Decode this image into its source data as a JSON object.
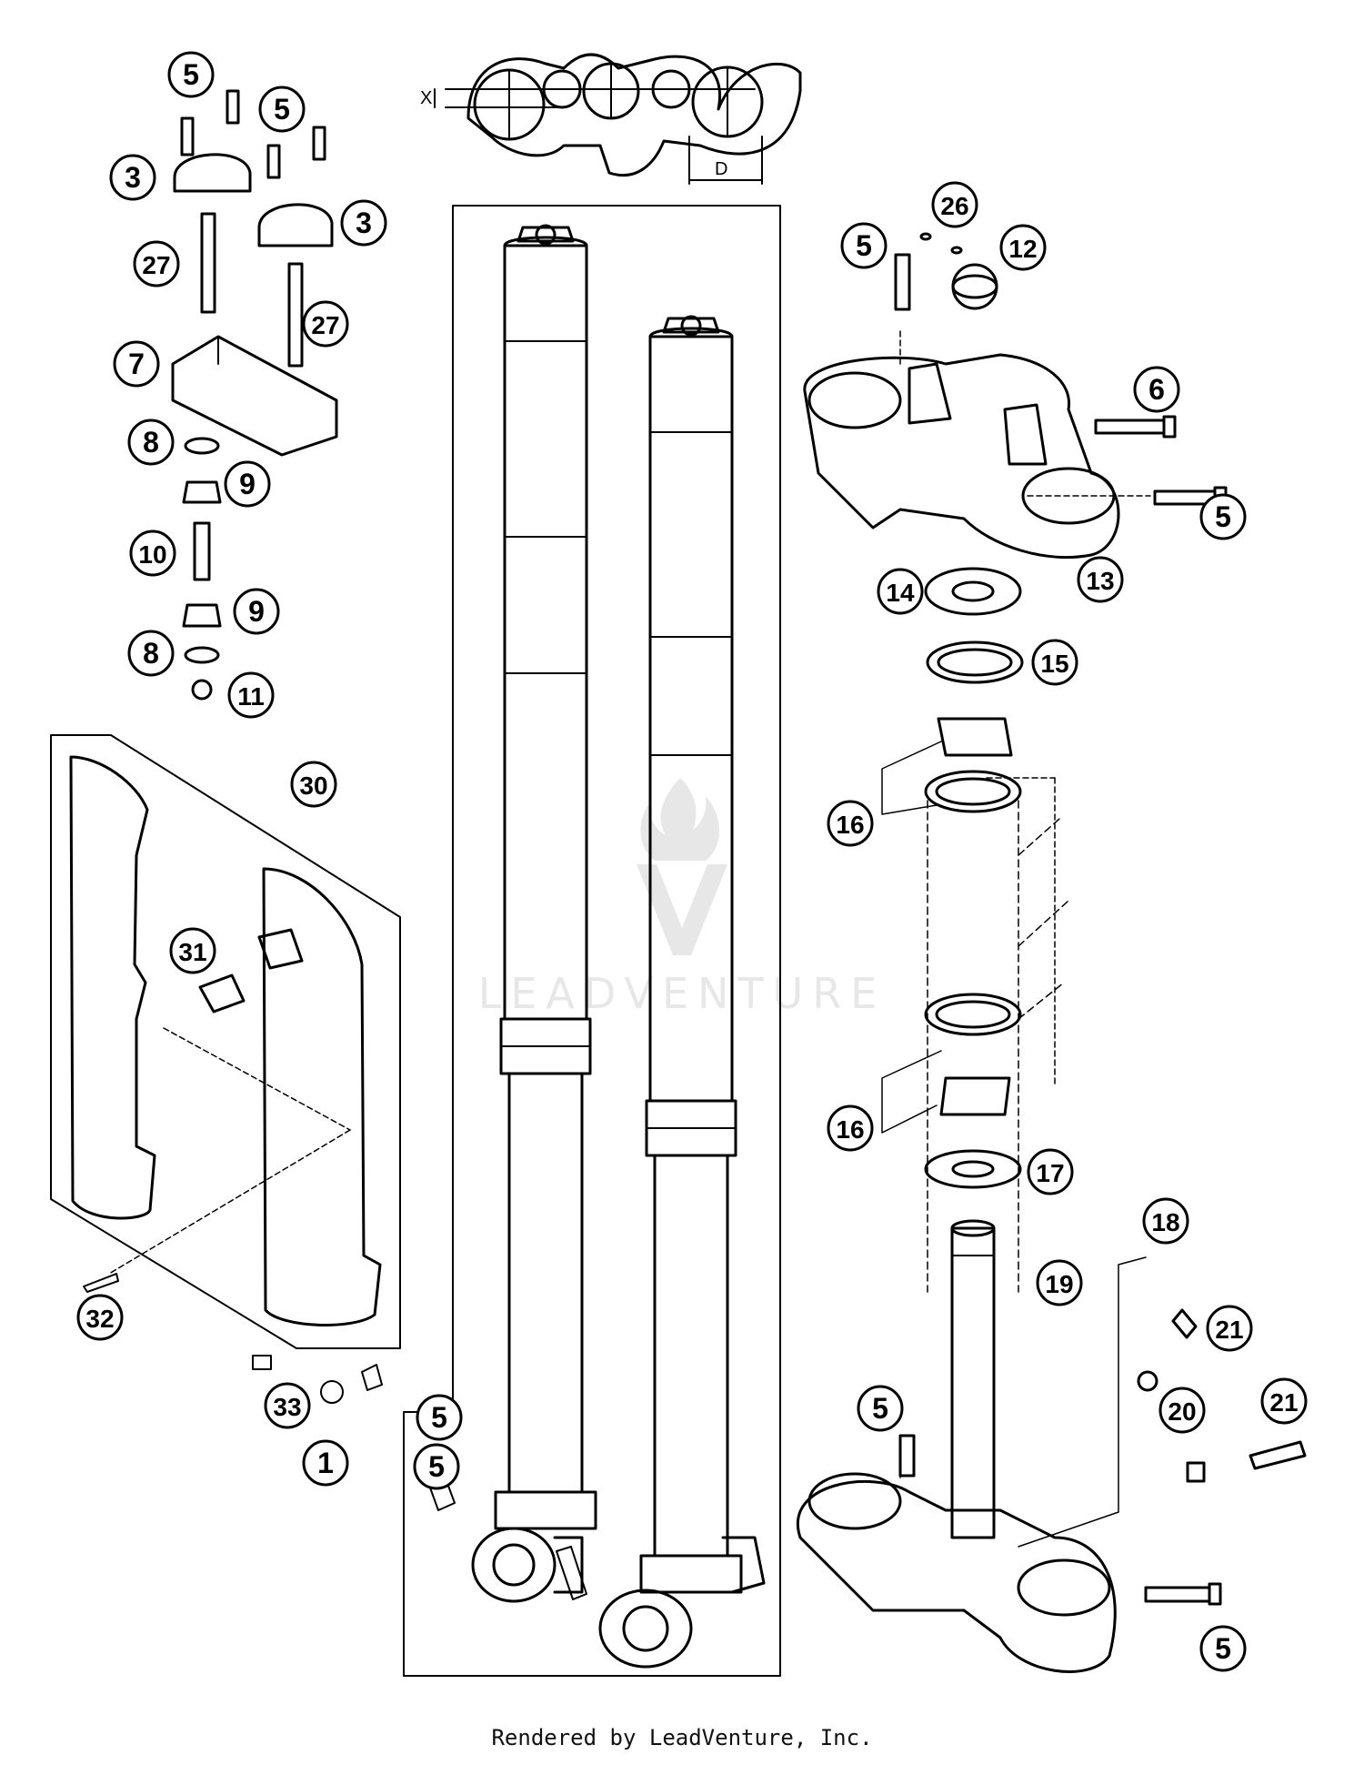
{
  "diagram": {
    "callouts": [
      "1",
      "3",
      "3",
      "5",
      "5",
      "5",
      "5",
      "5",
      "5",
      "5",
      "5",
      "6",
      "7",
      "8",
      "8",
      "9",
      "9",
      "10",
      "11",
      "12",
      "13",
      "14",
      "15",
      "16",
      "16",
      "17",
      "18",
      "19",
      "20",
      "21",
      "21",
      "26",
      "27",
      "27",
      "30",
      "31",
      "32",
      "33"
    ],
    "dimension_labels": {
      "x": "X",
      "d": "D"
    }
  },
  "watermark": {
    "text": "LEADVENTURE"
  },
  "footer": {
    "text": "Rendered by LeadVenture, Inc."
  },
  "colors": {
    "line": "#000000",
    "watermark": "#bfbfbf"
  }
}
